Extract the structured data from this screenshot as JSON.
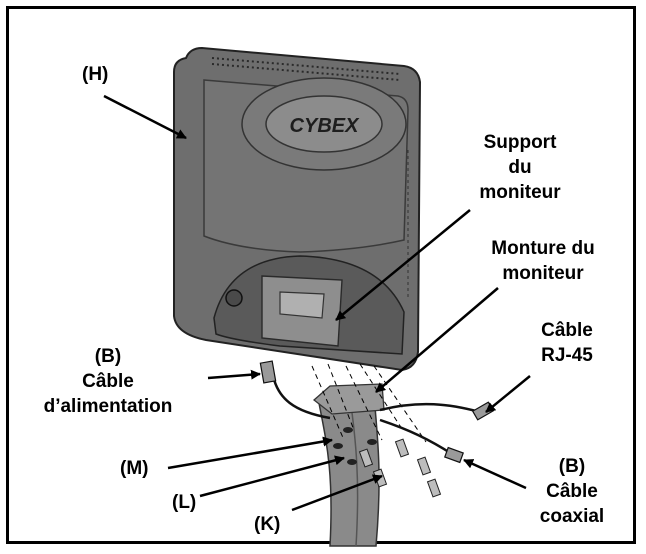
{
  "labels": {
    "h": "(H)",
    "support_line1": "Support",
    "support_line2": "du",
    "support_line3": "moniteur",
    "monture_line1": "Monture du",
    "monture_line2": "moniteur",
    "rj45_line1": "Câble",
    "rj45_line2": "RJ-45",
    "power_line1": "(B)",
    "power_line2": "Câble",
    "power_line3": "d’alimentation",
    "m": "(M)",
    "l": "(L)",
    "k": "(K)",
    "coax_line1": "(B)",
    "coax_line2": "Câble",
    "coax_line3": "coaxial"
  },
  "brand": "CYBEX",
  "colors": {
    "monitor_fill": "#6e6e6e",
    "monitor_dark": "#4a4a4a",
    "mast_fill": "#8a8a8a",
    "ink": "#000000"
  }
}
